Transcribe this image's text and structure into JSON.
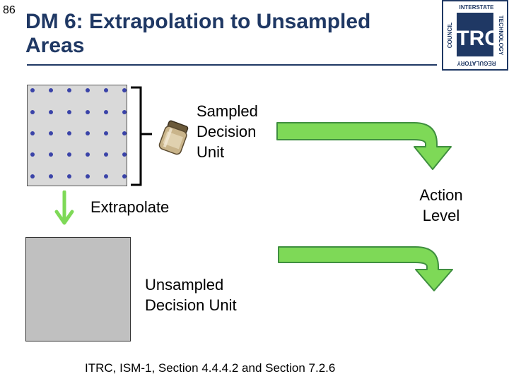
{
  "slide": {
    "number": "86",
    "title": "DM 6: Extrapolation to Unsampled Areas"
  },
  "logo": {
    "main": "ITRC",
    "ring_top": "INTERSTATE",
    "ring_right": "TECHNOLOGY",
    "ring_bottom": "REGULATORY",
    "ring_left": "COUNCIL"
  },
  "labels": {
    "sampled_du": [
      "Sampled",
      "Decision",
      "Unit"
    ],
    "action_level": [
      "Action",
      "Level"
    ],
    "extrapolate": "Extrapolate",
    "unsampled_du": [
      "Unsampled",
      "Decision Unit"
    ]
  },
  "citation": "ITRC, ISM-1, Section 4.4.4.2 and Section 7.2.6",
  "colors": {
    "title": "#1f3864",
    "arrow_fill": "#7ed957",
    "arrow_stroke": "#3f8f3f",
    "dot": "#3a43a8",
    "sampled_box": "#d9d9d9",
    "unsampled_box": "#c0c0c0"
  }
}
